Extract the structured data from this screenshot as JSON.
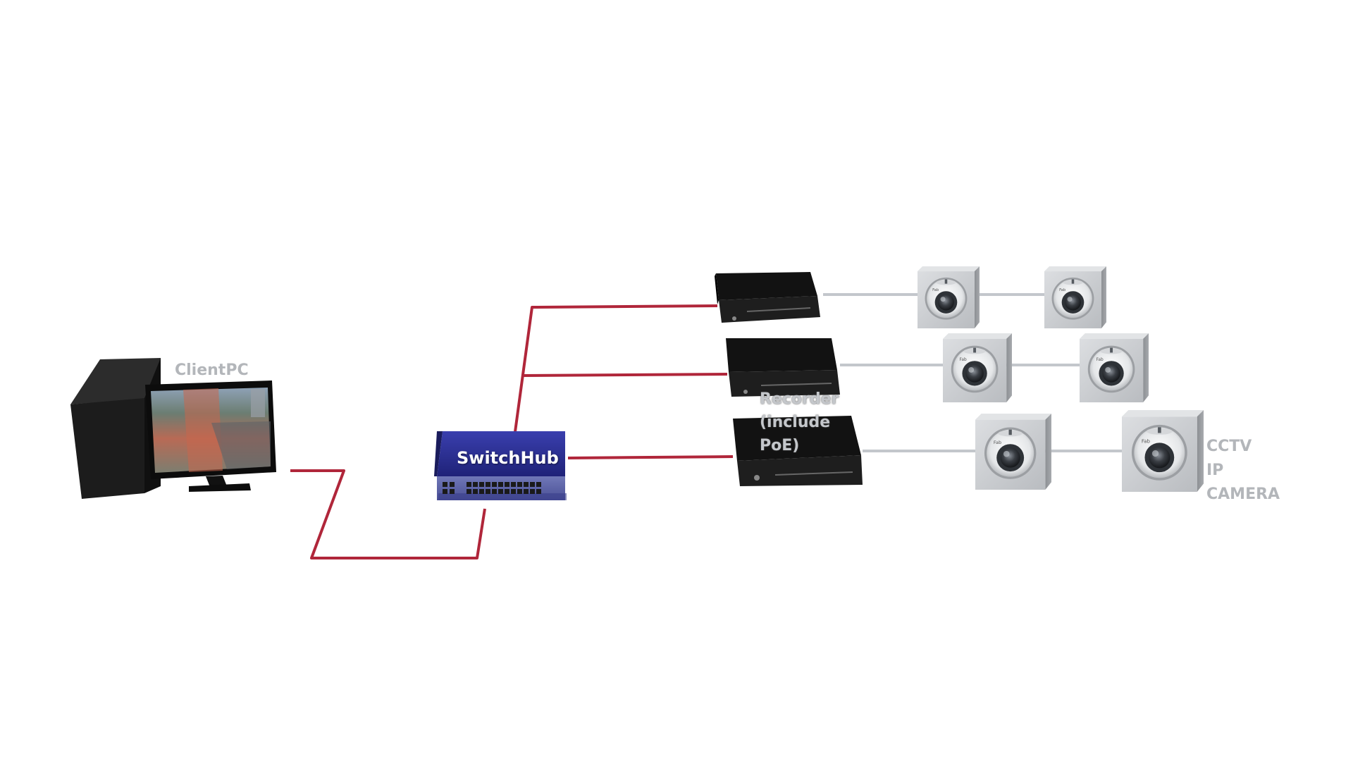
{
  "labels": {
    "client_pc": "ClientPC",
    "switch_hub": "SwitchHub",
    "recorder": "Recorder\n(include\nPoE)",
    "camera": "CCTV\nIP\nCAMERA"
  },
  "colors": {
    "network_cable": "#b0263a",
    "poe_cable": "#c3c7cc",
    "switch_body": "#2a2d92",
    "recorder_body": "#0f0f0f",
    "camera_box": "#c7c9cc",
    "label_gray": "#b3b6ba",
    "background": "#ffffff"
  },
  "icons": {
    "client_pc": "desktop-computer-icon",
    "switch_hub": "network-switch-icon",
    "recorder": "nvr-recorder-icon",
    "camera": "dome-camera-icon"
  }
}
